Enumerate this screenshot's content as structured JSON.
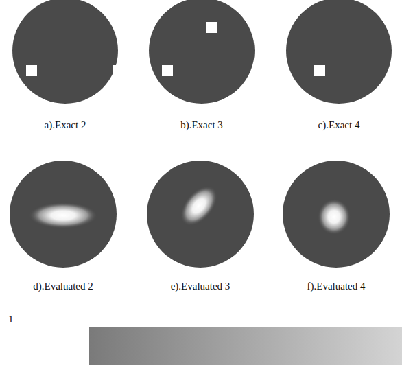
{
  "diagram": {
    "labels": [
      "a).Exact 2",
      "b).Exact 3",
      "c).Exact 4",
      "d).Evaluated 2",
      "e).Evaluated 3",
      "f).Evaluated 4",
      "1"
    ]
  }
}
